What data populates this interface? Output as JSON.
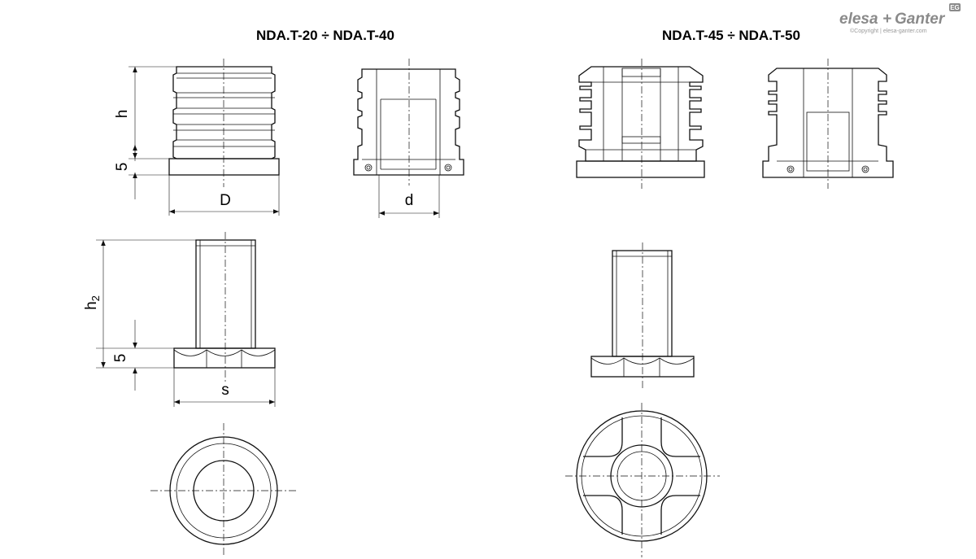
{
  "titles": {
    "left": "NDA.T-20  ÷  NDA.T-40",
    "right": "NDA.T-45  ÷  NDA.T-50"
  },
  "dimensions": {
    "h": "h",
    "h_flange": "5",
    "D": "D",
    "d": "d",
    "h2_main": "h",
    "h2_sub": "2",
    "h2_flange": "5",
    "s": "s"
  },
  "logo": {
    "brand_left": "elesa",
    "brand_plus": "+",
    "brand_right": "Ganter",
    "badge": "EG",
    "copyright": "©Copyright | elesa-ganter.com"
  }
}
